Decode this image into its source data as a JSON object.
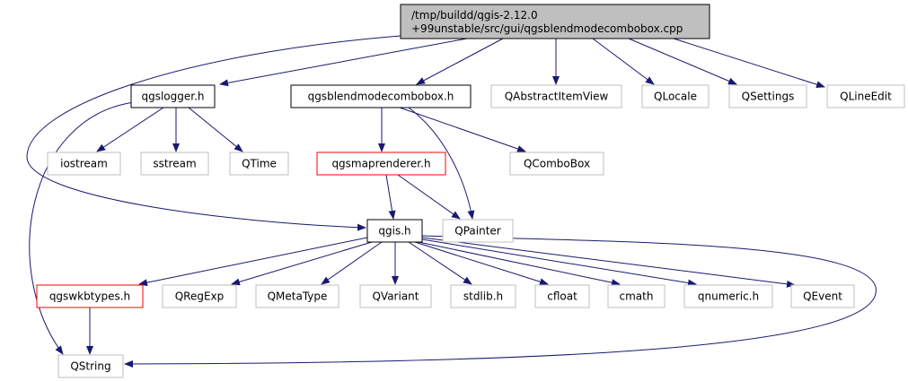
{
  "diagram": {
    "type": "include-dependency-graph",
    "colors": {
      "edge": "#191970",
      "box_local": "#000000",
      "box_missing": "#bfbfbf",
      "box_truncated": "#ff0000",
      "root_fill": "#bfbfbf",
      "background": "#ffffff"
    },
    "nodes": {
      "root": {
        "label_lines": [
          "/tmp/buildd/qgis-2.12.0",
          "+99unstable/src/gui/qgsblendmodecombobox.cpp"
        ],
        "kind": "root"
      },
      "qgslogger": {
        "label": "qgslogger.h",
        "kind": "local"
      },
      "qgsblendmodecombobox": {
        "label": "qgsblendmodecombobox.h",
        "kind": "local"
      },
      "qabstractitemview": {
        "label": "QAbstractItemView",
        "kind": "missing"
      },
      "qlocale": {
        "label": "QLocale",
        "kind": "missing"
      },
      "qsettings": {
        "label": "QSettings",
        "kind": "missing"
      },
      "qlineedit": {
        "label": "QLineEdit",
        "kind": "missing"
      },
      "iostream": {
        "label": "iostream",
        "kind": "missing"
      },
      "sstream": {
        "label": "sstream",
        "kind": "missing"
      },
      "qtime": {
        "label": "QTime",
        "kind": "missing"
      },
      "qgsmaprenderer": {
        "label": "qgsmaprenderer.h",
        "kind": "truncated"
      },
      "qcombobox": {
        "label": "QComboBox",
        "kind": "missing"
      },
      "qgis": {
        "label": "qgis.h",
        "kind": "local"
      },
      "qpainter": {
        "label": "QPainter",
        "kind": "missing"
      },
      "qgswkbtypes": {
        "label": "qgswkbtypes.h",
        "kind": "truncated"
      },
      "qregexp": {
        "label": "QRegExp",
        "kind": "missing"
      },
      "qmetatype": {
        "label": "QMetaType",
        "kind": "missing"
      },
      "qvariant": {
        "label": "QVariant",
        "kind": "missing"
      },
      "stdlib": {
        "label": "stdlib.h",
        "kind": "missing"
      },
      "cfloat": {
        "label": "cfloat",
        "kind": "missing"
      },
      "cmath": {
        "label": "cmath",
        "kind": "missing"
      },
      "qnumeric": {
        "label": "qnumeric.h",
        "kind": "missing"
      },
      "qevent": {
        "label": "QEvent",
        "kind": "missing"
      },
      "qstring": {
        "label": "QString",
        "kind": "missing"
      }
    },
    "edges": [
      [
        "root",
        "qgslogger"
      ],
      [
        "root",
        "qgsblendmodecombobox"
      ],
      [
        "root",
        "qabstractitemview"
      ],
      [
        "root",
        "qlocale"
      ],
      [
        "root",
        "qsettings"
      ],
      [
        "root",
        "qlineedit"
      ],
      [
        "root",
        "qgis"
      ],
      [
        "qgslogger",
        "iostream"
      ],
      [
        "qgslogger",
        "sstream"
      ],
      [
        "qgslogger",
        "qtime"
      ],
      [
        "qgslogger",
        "qstring"
      ],
      [
        "qgsblendmodecombobox",
        "qgsmaprenderer"
      ],
      [
        "qgsblendmodecombobox",
        "qcombobox"
      ],
      [
        "qgsblendmodecombobox",
        "qpainter"
      ],
      [
        "qgsmaprenderer",
        "qgis"
      ],
      [
        "qgsmaprenderer",
        "qpainter"
      ],
      [
        "qgis",
        "qgswkbtypes"
      ],
      [
        "qgis",
        "qregexp"
      ],
      [
        "qgis",
        "qmetatype"
      ],
      [
        "qgis",
        "qvariant"
      ],
      [
        "qgis",
        "stdlib"
      ],
      [
        "qgis",
        "cfloat"
      ],
      [
        "qgis",
        "cmath"
      ],
      [
        "qgis",
        "qnumeric"
      ],
      [
        "qgis",
        "qevent"
      ],
      [
        "qgis",
        "qstring"
      ],
      [
        "qgswkbtypes",
        "qstring"
      ]
    ]
  }
}
